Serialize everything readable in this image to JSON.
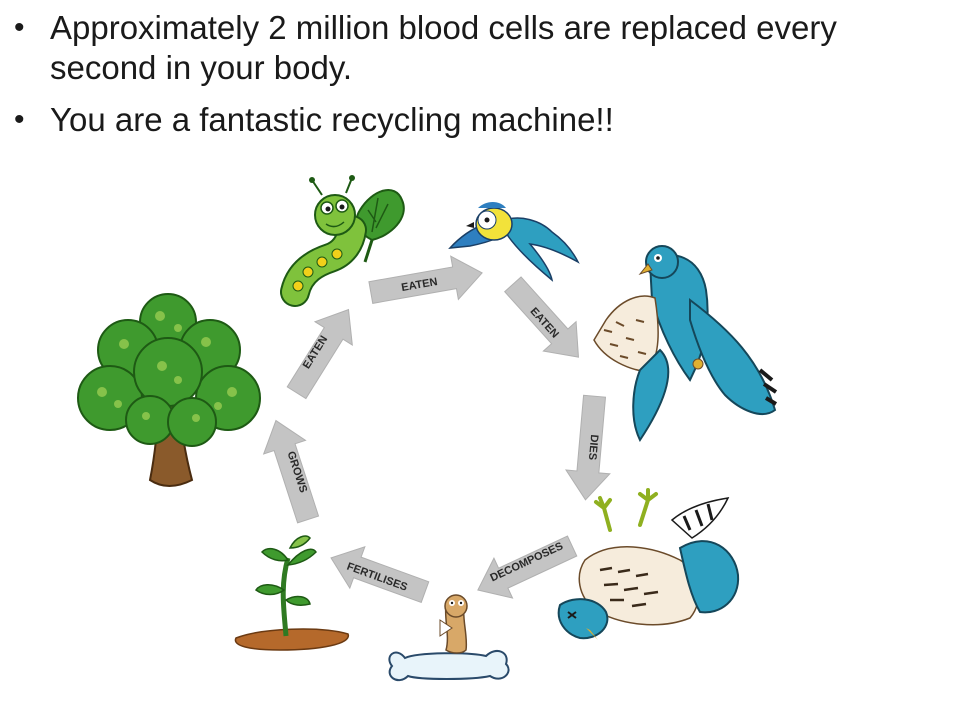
{
  "bullets": [
    {
      "text": "Approximately 2 million blood cells are replaced every second in your body."
    },
    {
      "text": "You are a fantastic recycling machine!!"
    }
  ],
  "cycle": {
    "arrows": [
      {
        "label": "EATEN"
      },
      {
        "label": "EATEN"
      },
      {
        "label": "DIES"
      },
      {
        "label": "DECOMPOSES"
      },
      {
        "label": "FERTILISES"
      },
      {
        "label": "GROWS"
      },
      {
        "label": "EATEN"
      }
    ],
    "stages": [
      {
        "icon": "caterpillar-icon"
      },
      {
        "icon": "small-bird-icon"
      },
      {
        "icon": "hawk-icon"
      },
      {
        "icon": "dead-hawk-icon"
      },
      {
        "icon": "worm-bone-icon"
      },
      {
        "icon": "sapling-icon"
      },
      {
        "icon": "tree-icon"
      }
    ]
  },
  "colors": {
    "arrow": "#c4c4c4",
    "leaf": "#3f9a2e",
    "leaf_light": "#86c24a",
    "trunk": "#8a5a2b",
    "bird_blue": "#2e9fc0",
    "soil": "#b5692b",
    "text": "#1a1a1a"
  }
}
